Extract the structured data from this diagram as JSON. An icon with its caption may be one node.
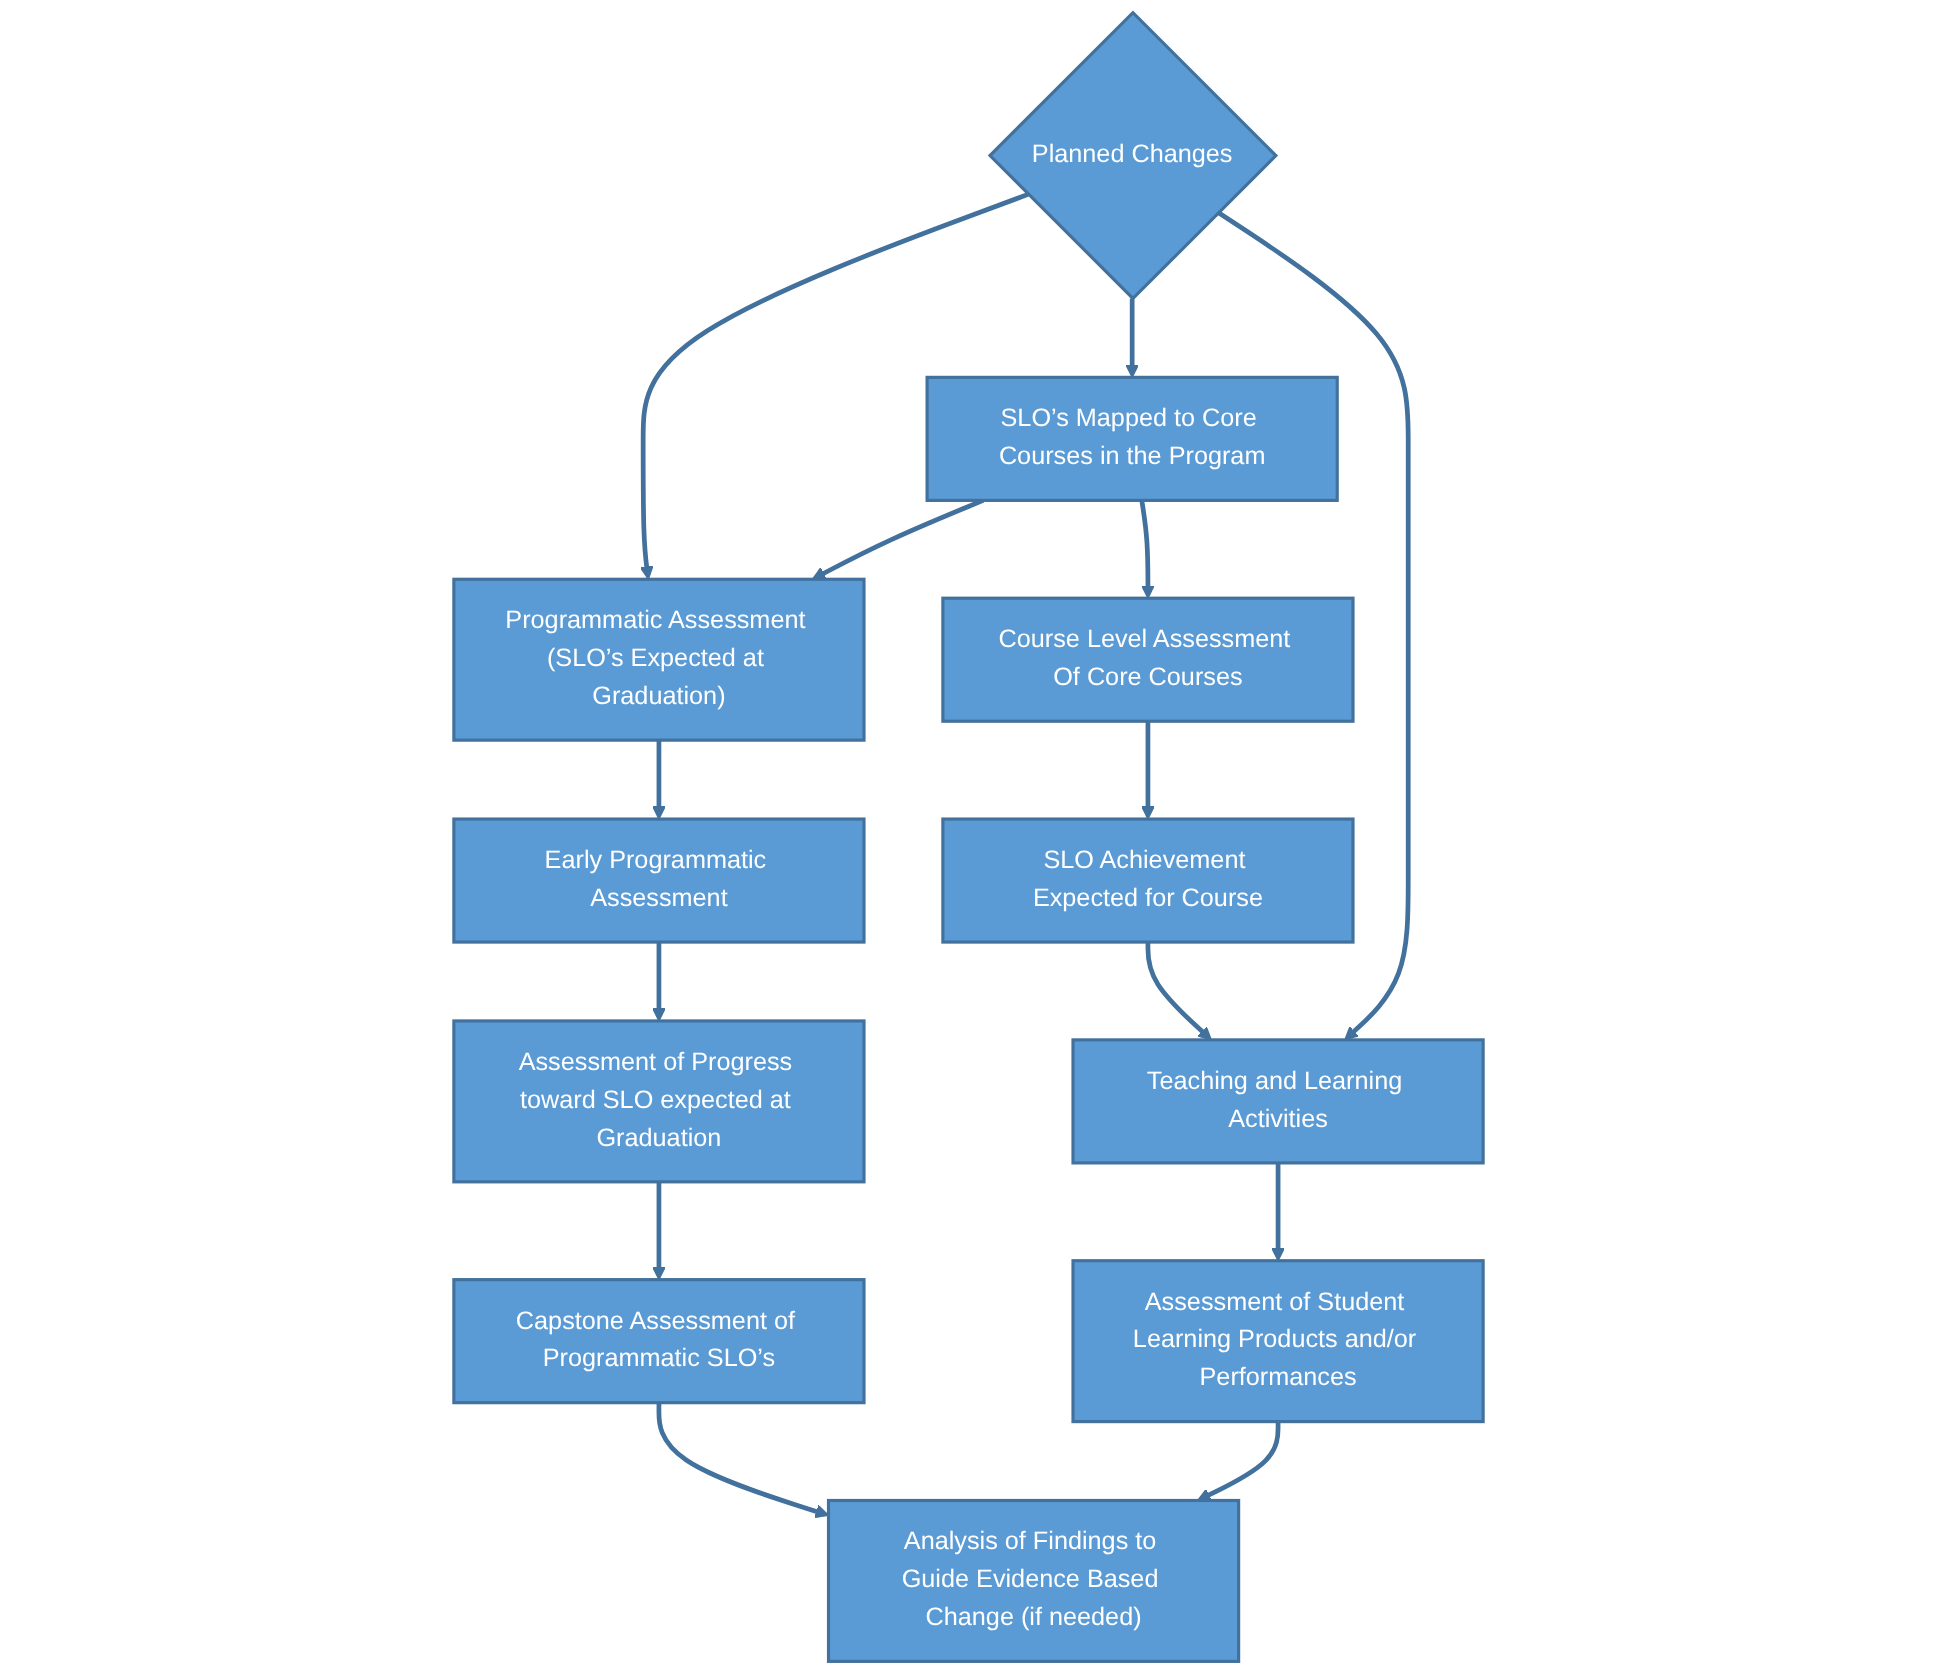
{
  "diagram": {
    "nodes": [
      {
        "text": [
          "Programmatic Assessment (SLO’s Expected at Graduation)"
        ]
      },
      {
        "text": [
          "SLO’s Mapped to Core Courses in the Program"
        ]
      },
      {
        "text": [
          "Course Level Assessment Of Core Courses"
        ]
      },
      {
        "text": [
          "Early Programmatic Assessment"
        ]
      },
      {
        "text": [
          "SLO Achievement Expected for Course"
        ]
      },
      {
        "text": [
          "Planned Changes"
        ]
      },
      {
        "text": [
          "Assessment of Progress toward SLO expected at Graduation"
        ]
      },
      {
        "text": [
          "Teaching and Learning Activities"
        ]
      },
      {
        "text": [
          "Analysis of Findings to Guide Evidence Based Change (if needed)"
        ]
      },
      {
        "text": [
          "Assessment of Student Learning Products and/or Performances"
        ]
      },
      {
        "text": [
          "Capstone Assessment of Programmatic SLO’s"
        ]
      }
    ],
    "edges": [
      {
        "from": 1,
        "to": 0,
        "arrow": "to"
      },
      {
        "from": 1,
        "to": 2,
        "arrow": "to"
      },
      {
        "from": 0,
        "to": 3,
        "arrow": "to"
      },
      {
        "from": 3,
        "to": 6,
        "arrow": "to"
      },
      {
        "from": 6,
        "to": 10,
        "arrow": "to"
      },
      {
        "from": 2,
        "to": 4,
        "arrow": "to"
      },
      {
        "from": 4,
        "to": 7,
        "arrow": "to"
      },
      {
        "from": 7,
        "to": 9,
        "arrow": "to"
      },
      {
        "from": 10,
        "to": 8,
        "arrow": "to"
      },
      {
        "from": 9,
        "to": 8,
        "arrow": "to"
      },
      {
        "from": 5,
        "to": 0,
        "arrow": "to"
      },
      {
        "from": 5,
        "to": 1,
        "arrow": "to"
      },
      {
        "from": 5,
        "to": 7,
        "arrow": "to"
      }
    ]
  }
}
